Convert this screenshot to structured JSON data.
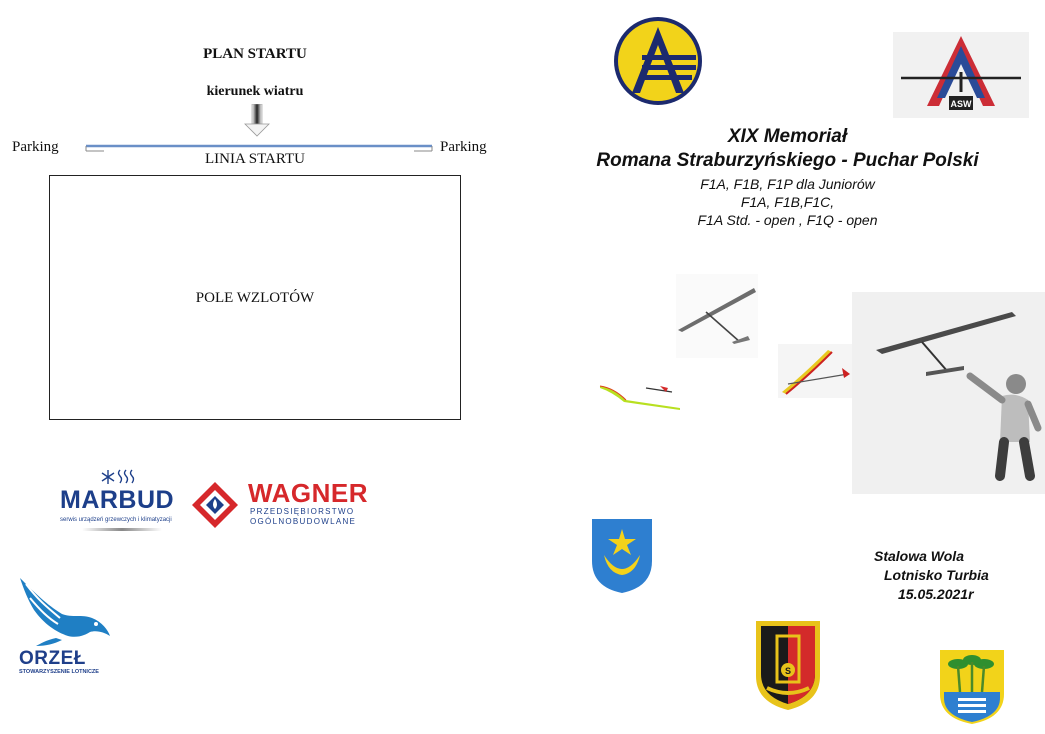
{
  "plan": {
    "title": "PLAN STARTU",
    "wind_label": "kierunek wiatru",
    "parking_left": "Parking",
    "parking_right": "Parking",
    "start_line_label": "LINIA STARTU",
    "field_label": "POLE WZLOTÓW"
  },
  "event": {
    "title_line1": "XIX Memoriał",
    "title_line2": "Romana Straburzyńskiego - Puchar Polski",
    "classes": [
      "F1A, F1B, F1P dla Juniorów",
      "F1A, F1B,F1C,",
      "F1A Std. - open , F1Q - open"
    ],
    "location_city": "Stalowa Wola",
    "location_venue": "Lotnisko Turbia",
    "date": "15.05.2021r"
  },
  "sponsors": {
    "marbud_name": "MARBUD",
    "marbud_tagline": "serwis urządzeń grzewczych i klimatyzacji",
    "wagner_name": "WAGNER",
    "wagner_tagline1": "PRZEDSIĘBIORSTWO",
    "wagner_tagline2": "OGÓLNOBUDOWLANE",
    "orzel_name": "ORZEŁ",
    "orzel_tagline": "STOWARZYSZENIE LOTNICZE",
    "asw_text": "ASW"
  },
  "colors": {
    "line_blue": "#6a8fc7",
    "marbud_blue": "#1d3f8a",
    "wagner_red": "#d6282b",
    "orzel_blue": "#1f7fc4",
    "logo_yellow": "#f2d31a",
    "logo_navy": "#1c2a6e"
  }
}
